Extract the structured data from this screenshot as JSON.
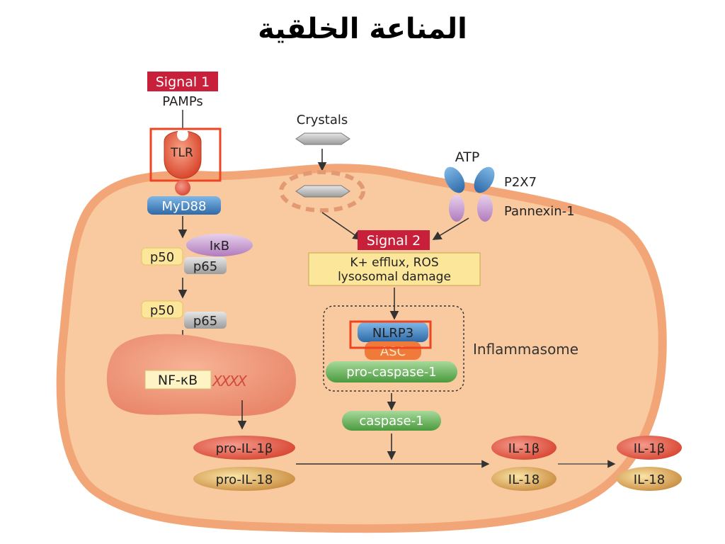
{
  "title": "المناعة الخلقية",
  "colors": {
    "cell_fill": "#f9c9a0",
    "cell_border": "#f0a070",
    "signal_red": "#c8203a",
    "highlight": "#ee4422",
    "myd88": "#3a78b8",
    "green": "#58a64e",
    "yellow_box": "#fbe69a"
  },
  "labels": {
    "signal1": "Signal 1",
    "pamps": "PAMPs",
    "tlr": "TLR",
    "myd88": "MyD88",
    "ikb": "IκB",
    "p50_a": "p50",
    "p65_a": "p65",
    "p50_b": "p50",
    "p65_b": "p65",
    "nfkb": "NF-κB",
    "dna": "XXXX",
    "crystals": "Crystals",
    "atp": "ATP",
    "p2x7": "P2X7",
    "pannexin": "Pannexin-1",
    "signal2": "Signal 2",
    "efflux_line1": "K+ efflux, ROS",
    "efflux_line2": "lysosomal damage",
    "nlrp3": "NLRP3",
    "asc": "ASC",
    "procasp": "pro-caspase-1",
    "inflammasome": "Inflammasome",
    "caspase1": "caspase-1",
    "pro_il1b": "pro-IL-1β",
    "pro_il18": "pro-IL-18",
    "il1b_in": "IL-1β",
    "il18_in": "IL-18",
    "il1b_out": "IL-1β",
    "il18_out": "IL-18"
  }
}
